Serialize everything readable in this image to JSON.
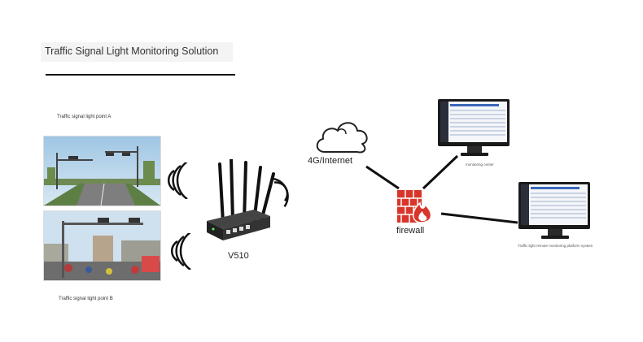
{
  "title": "Traffic Signal Light Monitoring Solution",
  "point_a": {
    "caption": "Traffic signal light point A"
  },
  "point_b": {
    "caption": "Traffic signal light point B"
  },
  "router": {
    "label": "V510",
    "icon": "router-icon"
  },
  "cloud": {
    "label": "4G/Internet",
    "icon": "cloud-icon"
  },
  "firewall": {
    "label": "firewall",
    "icon": "firewall-icon"
  },
  "monitor_1": {
    "caption": "monitoring center"
  },
  "monitor_2": {
    "caption": "Traffic light remote monitoring platform system"
  },
  "colors": {
    "firewall": "#d9362b",
    "line": "#111111",
    "title_bg": "#f4f4f4"
  }
}
